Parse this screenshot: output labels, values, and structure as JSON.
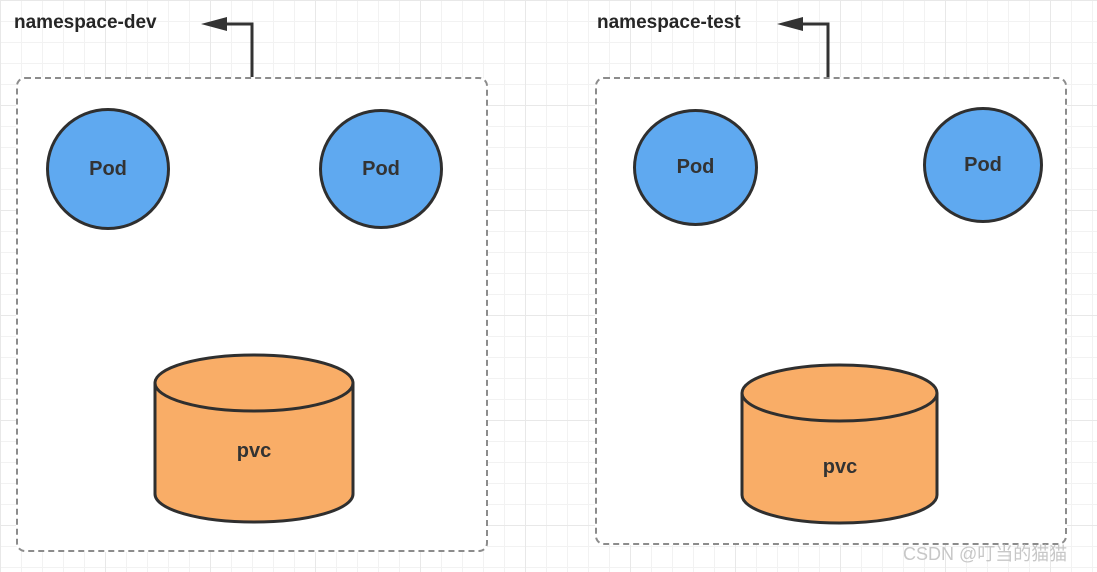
{
  "diagram": {
    "type": "kubernetes-namespace-diagram",
    "namespaces": [
      {
        "label": "namespace-dev",
        "pods": [
          {
            "label": "Pod"
          },
          {
            "label": "Pod"
          }
        ],
        "pvc": {
          "label": "pvc"
        }
      },
      {
        "label": "namespace-test",
        "pods": [
          {
            "label": "Pod"
          },
          {
            "label": "Pod"
          }
        ],
        "pvc": {
          "label": "pvc"
        }
      }
    ],
    "colors": {
      "pod_fill": "#5fa9f0",
      "pvc_fill": "#f9ad67",
      "shape_stroke": "#2f2f2f",
      "boundary_dash": "#8c8c8c",
      "label_text": "#262626",
      "arrow": "#333333",
      "grid_line": "#f2f2f2",
      "watermark_text": "#c7c7c7"
    }
  },
  "watermark": {
    "text": "CSDN @叮当的猫猫"
  }
}
